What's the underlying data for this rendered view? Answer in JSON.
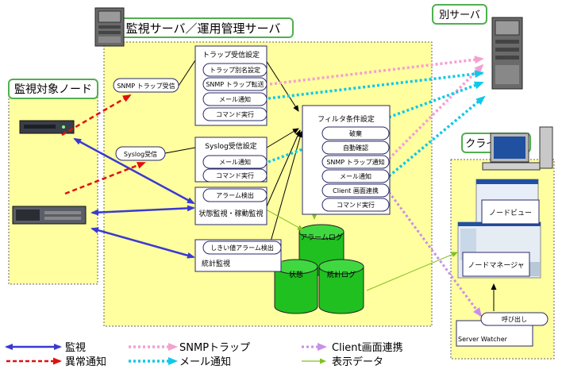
{
  "groups": {
    "monitor_server": "監視サーバ／運用管理サーバ",
    "target_nodes": "監視対象ノード",
    "other_server": "別サーバ",
    "client": "クライアント"
  },
  "trap_receive": {
    "title": "トラップ受信設定",
    "items": [
      "トラップ別名設定",
      "SNMP トラップ転送",
      "メール通知",
      "コマンド実行"
    ]
  },
  "snmp_trap_recv": "SNMP トラップ受信",
  "syslog": {
    "recv": "Syslog受信",
    "title": "Syslog受信設定",
    "items": [
      "メール通知",
      "コマンド実行"
    ]
  },
  "filter": {
    "title": "フィルタ条件設定",
    "items": [
      "破棄",
      "自動確認",
      "SNMP トラップ通知",
      "メール通知",
      "Client 画面連携",
      "コマンド実行"
    ]
  },
  "status_monitor": {
    "alarm": "アラーム検出",
    "title": "状態監視・稼動監視"
  },
  "stat_monitor": {
    "alarm": "しきい値アラーム検出",
    "title": "統計監視"
  },
  "db": {
    "alarm_log": "アラームログ",
    "state": "状態",
    "stat_log": "統計ログ"
  },
  "client": {
    "node_view": "ノードビュー",
    "node_manager": "ノードマネージャ",
    "call": "呼び出し",
    "server_watcher": "Server Watcher"
  },
  "legend": {
    "monitor": "監視",
    "abnormal": "異常通知",
    "snmp_trap": "SNMPトラップ",
    "mail": "メール通知",
    "client_link": "Client画面連携",
    "display_data": "表示データ"
  },
  "colors": {
    "panel": "#ffffa0",
    "box_border": "#2a2a6a",
    "monitor": "#3a3ad0",
    "abnormal": "#e01010",
    "snmp": "#f4a0d0",
    "mail": "#10c8e8",
    "client_link": "#c890e8",
    "display": "#80c020",
    "db": "#20c020"
  }
}
